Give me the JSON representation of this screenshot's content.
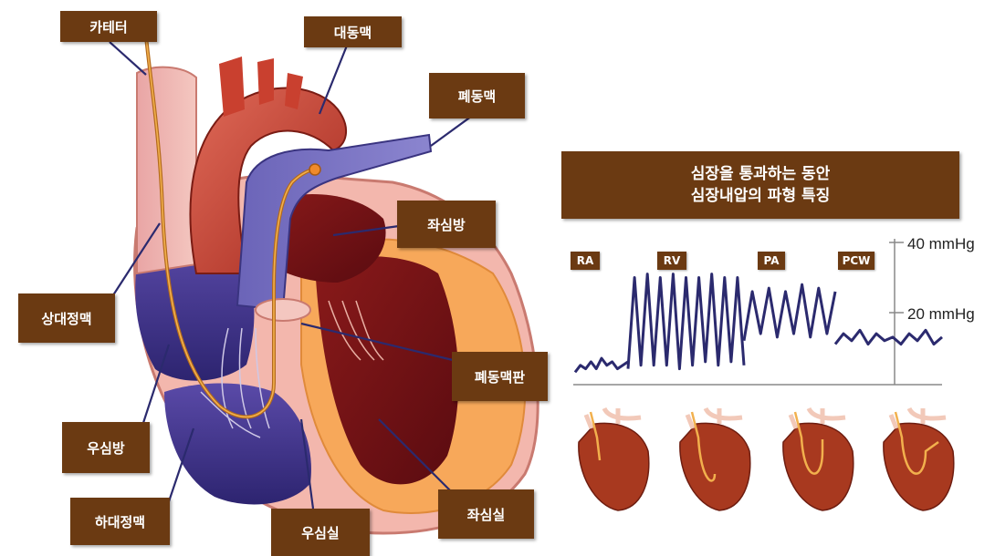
{
  "heart_labels": {
    "catheter": "카테터",
    "aorta": "대동맥",
    "pulmonary_artery": "폐동맥",
    "left_atrium": "좌심방",
    "superior_vena_cava": "상대정맥",
    "pulmonary_valve": "폐동맥판",
    "right_atrium": "우심방",
    "inferior_vena_cava": "하대정맥",
    "right_ventricle": "우심실",
    "left_ventricle": "좌심실"
  },
  "waveform_panel": {
    "title_line1": "심장을 통과하는 동안",
    "title_line2": "심장내압의 파형 특징",
    "stages": [
      "RA",
      "RV",
      "PA",
      "PCW"
    ],
    "axis_labels": [
      "40 mmHg",
      "20 mmHg"
    ]
  },
  "chart_data": {
    "type": "line",
    "series": [
      {
        "segment": "RA",
        "values": [
          3,
          5,
          4,
          6,
          4,
          7,
          5,
          6,
          4,
          5,
          6
        ]
      },
      {
        "segment": "RV",
        "values": [
          4,
          30,
          5,
          31,
          5,
          30,
          5,
          31,
          4,
          30,
          5,
          30,
          6,
          31,
          5,
          30,
          6,
          30,
          5
        ]
      },
      {
        "segment": "PA",
        "values": [
          12,
          26,
          14,
          27,
          13,
          26,
          14,
          28,
          13,
          27,
          14,
          26
        ]
      },
      {
        "segment": "PCW",
        "values": [
          11,
          14,
          12,
          15,
          11,
          14,
          12,
          13,
          11,
          14,
          12,
          15,
          11,
          13
        ]
      }
    ],
    "yticks": [
      "40 mmHg",
      "20 mmHg"
    ],
    "colors": {
      "trace": "#2b2a6e",
      "axis": "#888888"
    }
  },
  "colors": {
    "label_bg": "#6b3a12",
    "label_text": "#ffffff"
  }
}
